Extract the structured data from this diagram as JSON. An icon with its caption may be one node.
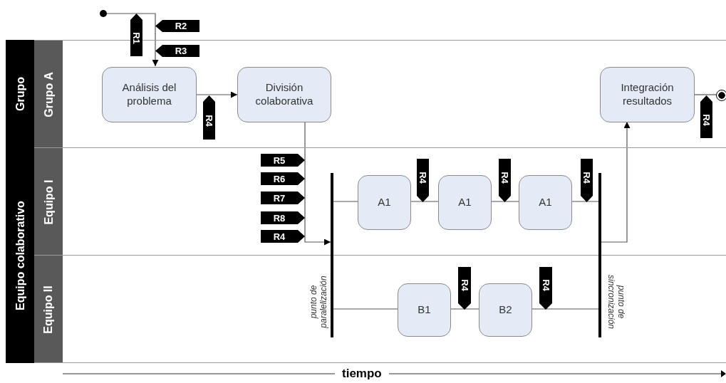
{
  "diagram": {
    "nodes": [
      {
        "text": [
          "Grupo"
        ]
      },
      {
        "text": [
          "Grupo A"
        ],
        "in": 0
      },
      {
        "text": [
          "Equipo colaborativo"
        ]
      },
      {
        "text": [
          "Equipo I"
        ],
        "in": 2
      },
      {
        "text": [
          "Equipo II"
        ],
        "in": 2
      },
      {
        "text": [],
        "shape": "circle"
      },
      {
        "text": [
          "R1"
        ]
      },
      {
        "text": [
          "R2"
        ]
      },
      {
        "text": [
          "R3"
        ],
        "in": 1
      },
      {
        "text": [
          "Análisis del problema"
        ],
        "in": 1
      },
      {
        "text": [
          "R4"
        ],
        "in": 1
      },
      {
        "text": [
          "División colaborativa"
        ],
        "in": 1
      },
      {
        "text": [
          "Integración resultados"
        ],
        "in": 1
      },
      {
        "text": [
          "R4"
        ],
        "in": 1
      },
      {
        "text": [],
        "shape": "circle",
        "in": 1
      },
      {
        "text": [
          "R5"
        ],
        "in": 3
      },
      {
        "text": [
          "R6"
        ],
        "in": 3
      },
      {
        "text": [
          "R7"
        ],
        "in": 3
      },
      {
        "text": [
          "R8"
        ],
        "in": 3
      },
      {
        "text": [
          "R4"
        ],
        "in": 3
      },
      {
        "text": [],
        "shape": "bar",
        "beside": [
          "punto de paralelización"
        ],
        "in": 2
      },
      {
        "text": [
          "A1"
        ],
        "in": 3
      },
      {
        "text": [
          "R4"
        ],
        "in": 3
      },
      {
        "text": [
          "A1"
        ],
        "in": 3
      },
      {
        "text": [
          "R4"
        ],
        "in": 3
      },
      {
        "text": [
          "A1"
        ],
        "in": 3
      },
      {
        "text": [
          "R4"
        ],
        "in": 3
      },
      {
        "text": [],
        "shape": "bar",
        "beside": [
          "punto de sincronización"
        ],
        "in": 2
      },
      {
        "text": [
          "B1"
        ],
        "in": 4
      },
      {
        "text": [
          "R4"
        ],
        "in": 4
      },
      {
        "text": [
          "B2"
        ],
        "in": 4
      },
      {
        "text": [
          "R4"
        ],
        "in": 4
      }
    ],
    "edges": [
      {
        "from": 5,
        "to": 9,
        "arrow": "to"
      },
      {
        "from": 9,
        "to": 11,
        "arrow": "to"
      },
      {
        "from": 11,
        "to": 20,
        "arrow": "to"
      },
      {
        "from": 20,
        "to": 21,
        "arrow": "none"
      },
      {
        "from": 21,
        "to": 23,
        "arrow": "none"
      },
      {
        "from": 23,
        "to": 25,
        "arrow": "none"
      },
      {
        "from": 25,
        "to": 27,
        "arrow": "none"
      },
      {
        "from": 20,
        "to": 28,
        "arrow": "none"
      },
      {
        "from": 28,
        "to": 30,
        "arrow": "none"
      },
      {
        "from": 30,
        "to": 27,
        "arrow": "none"
      },
      {
        "from": 27,
        "to": 12,
        "arrow": "to"
      },
      {
        "from": 12,
        "to": 14,
        "arrow": "none"
      }
    ],
    "labels": [
      "tiempo"
    ]
  }
}
